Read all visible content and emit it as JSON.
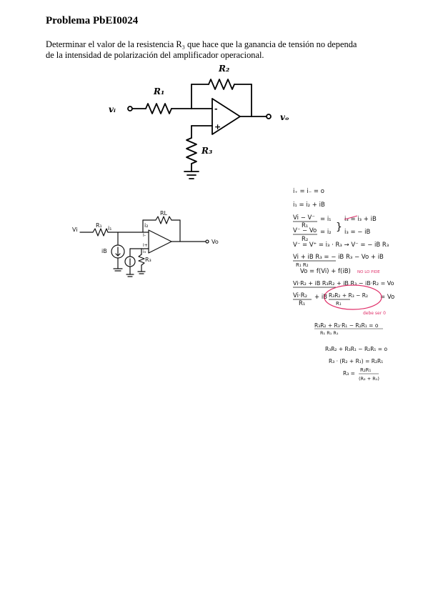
{
  "problem": {
    "title": "Problema PbEI0024",
    "statement_line1": "Determinar el valor de la resistencia R₃ que hace que la ganancia de tensión no dependa",
    "statement_line2": "de la intensidad de polarización del amplificador operacional."
  },
  "circuit": {
    "r1_label": "R₁",
    "r2_label": "R₂",
    "r3_label": "R₃",
    "vi_label": "vᵢ",
    "vo_label": "vₒ",
    "minus_label": "-",
    "plus_label": "+"
  },
  "sketch": {
    "vi_label": "Vi",
    "r1_label": "R₁",
    "i1_label": "i₁",
    "rl_label": "RL",
    "i2_label": "i₂",
    "i_minus_label": "I-",
    "i_plus_label": "I+",
    "i3_label": "i₃",
    "ib_label": "iB",
    "r3_label": "R₃",
    "vo_label": "Vo"
  },
  "notes": {
    "eq1": "i₊ = i₋ = o",
    "eq2": "i₁ = i₂ + iB",
    "eq3_left": "Vi − V⁻",
    "eq3_den": "R₁",
    "eq3_right": "= i₁",
    "eq4_left": "V⁻ − Vo",
    "eq4_den": "R₂",
    "eq4_right": "= i₂",
    "side1": "i₃ = i₃ + iB",
    "side2": "i₃ = − iB",
    "eq5": "V⁻ = V⁺ = i₃ · R₃  →  V⁻ = − iB R₃",
    "eq6": "Vi + iB R₃ = − iB R₃ − Vo + iB",
    "eq6_den": "R₁          R₂",
    "eq7": "Vo = f(Vi) + f(iB)",
    "eq7_note": "NO LO PIDE",
    "eq8": "Vi·R₂ + iB R₃R₂ + iB R₃ − iB·R₂ = Vo",
    "eq9_left": "Vi·R₂",
    "eq9_den": "R₁",
    "eq9_mid": "+ iB",
    "eq9_box": "R₃R₂ + R₃ − R₂",
    "eq9_box_den": "R₁",
    "eq9_right": "= Vo",
    "eq9_note": "debe ser 0",
    "eq10": "R₃R₂ + R₃·R₁ − R₂R₁ = o",
    "eq10_den": "R₁        R₁        R₁",
    "eq11": "R₃R₂ + R₃R₁ − R₂R₁ = o",
    "eq12": "R₃ · (R₂ + R₁) = R₂R₁",
    "eq13_lhs": "R₃ =",
    "eq13_num": "R₂R₁",
    "eq13_den": "(R₂ + R₁)"
  }
}
